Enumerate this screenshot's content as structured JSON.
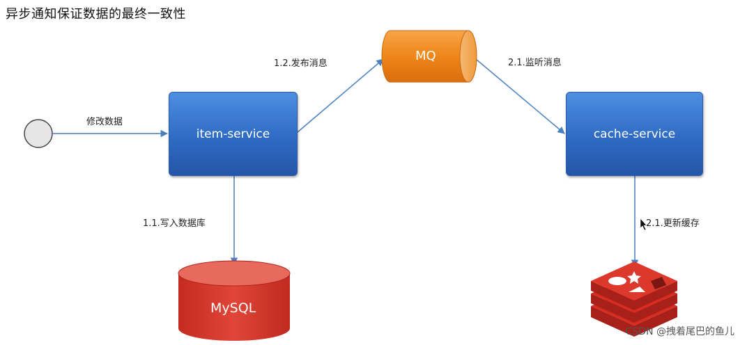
{
  "title": "异步通知保证数据的最终一致性",
  "nodes": {
    "item_service": "item-service",
    "cache_service": "cache-service",
    "mq": "MQ",
    "mysql": "MySQL"
  },
  "edges": {
    "modify_data": "修改数据",
    "write_db": "1.1.写入数据库",
    "publish_msg": "1.2.发布消息",
    "listen_msg": "2.1.监听消息",
    "update_cache": "2.1.更新缓存"
  },
  "watermark": "CSDN @拽着尾巴的鱼儿",
  "colors": {
    "service_blue": "#2f6bc4",
    "mq_orange": "#f08a1e",
    "mysql_red": "#d8372a",
    "redis_red": "#d82c20",
    "arrow_blue": "#4a7fc1"
  }
}
